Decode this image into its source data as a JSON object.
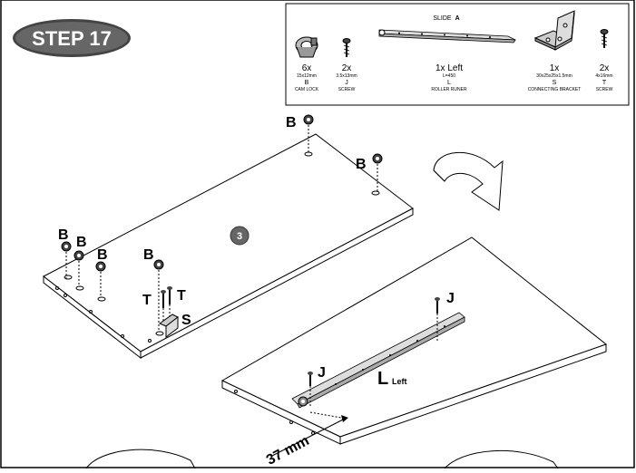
{
  "step": {
    "label": "STEP 17"
  },
  "parts": {
    "slide_title_prefix": "SLIDE",
    "slide_title_letter": "A",
    "items": [
      {
        "qty": "6x",
        "size": "15x12mm",
        "code": "B",
        "name": "CAM LOCK",
        "icon": "cam-lock-icon"
      },
      {
        "qty": "2x",
        "size": "3.5x13mm",
        "code": "J",
        "name": "SCREW",
        "icon": "screw-icon"
      },
      {
        "qty": "1x Left",
        "size": "L=450",
        "code": "L",
        "name": "ROLLER RUNER",
        "icon": "roller-runner-icon"
      },
      {
        "qty": "1x",
        "size": "30x25x25x1.5mm",
        "code": "S",
        "name": "CONNECTING BRACKET",
        "icon": "connecting-bracket-icon"
      },
      {
        "qty": "2x",
        "size": "4x16mm",
        "code": "T",
        "name": "SCREW",
        "icon": "screw-icon"
      }
    ]
  },
  "callouts": {
    "b": "B",
    "t": "T",
    "s": "S",
    "j": "J",
    "l": "L",
    "left": "Left",
    "badge": "3",
    "dimension": "37 mm"
  }
}
